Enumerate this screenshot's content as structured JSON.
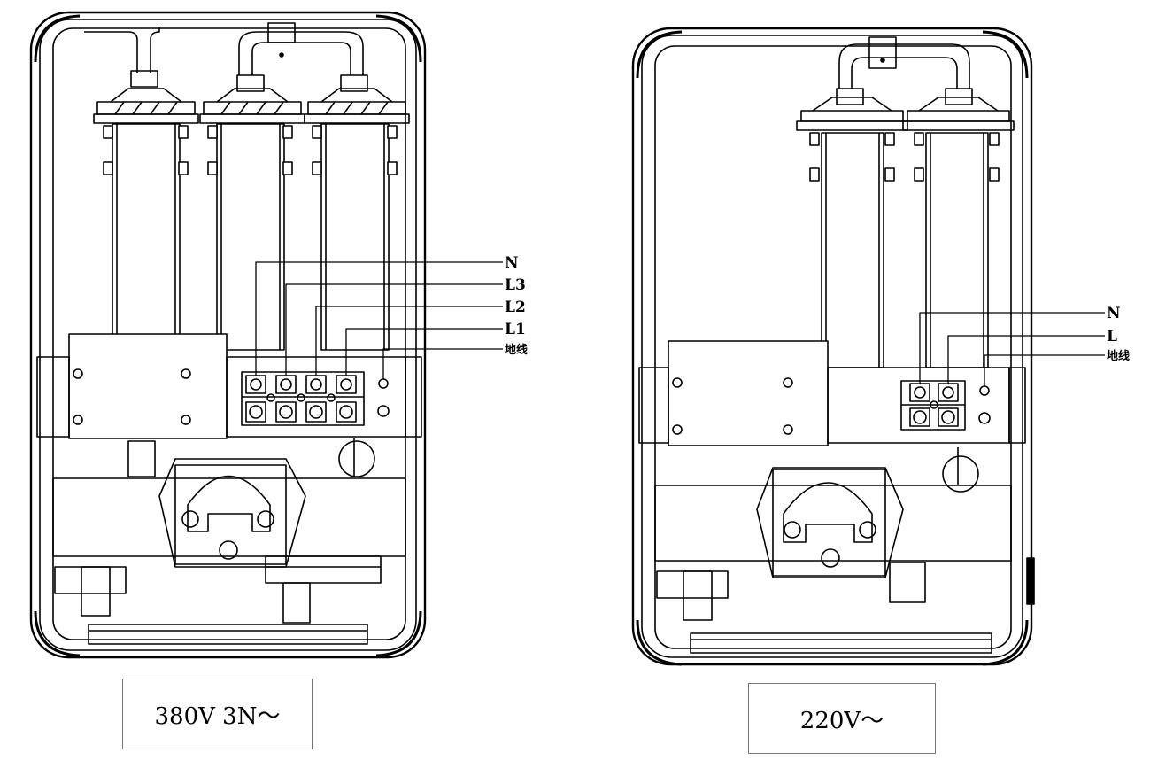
{
  "diagrams": [
    {
      "caption": "380V 3N～",
      "terminals": [
        "N",
        "L3",
        "L2",
        "L1",
        "地线"
      ]
    },
    {
      "caption": "220V～",
      "terminals": [
        "N",
        "L",
        "地线"
      ]
    }
  ],
  "colors": {
    "line": "#000000",
    "background": "#ffffff"
  }
}
